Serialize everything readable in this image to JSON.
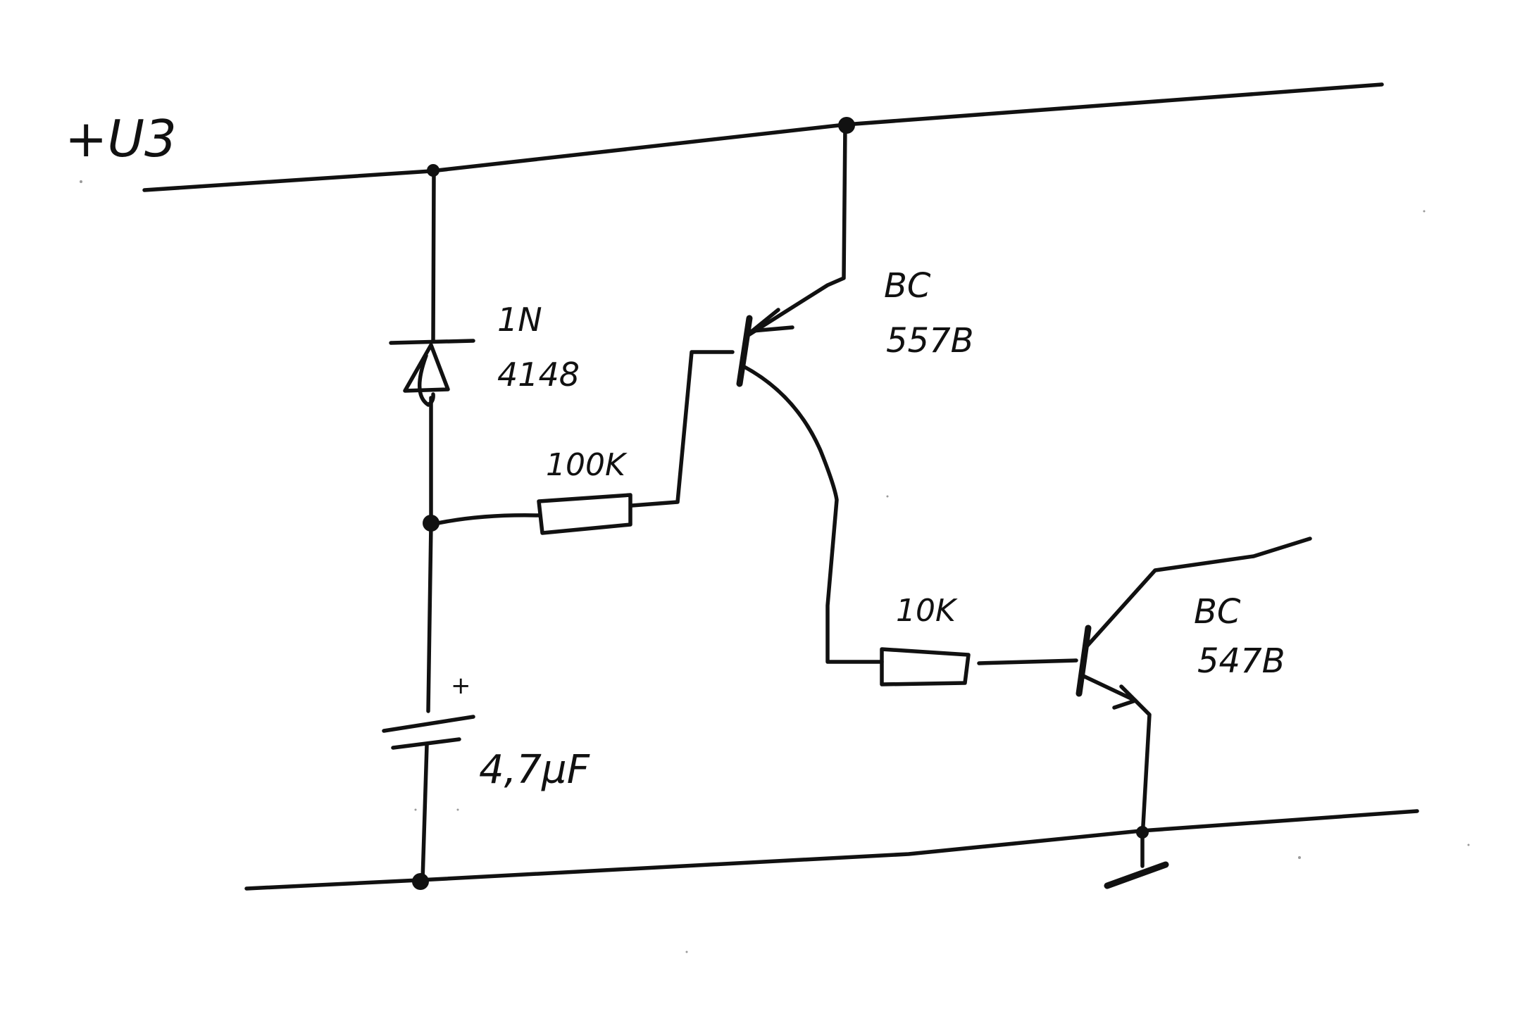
{
  "labels": {
    "supply": "+U3",
    "diode_line1": "1N",
    "diode_line2": "4148",
    "r1": "100K",
    "pnp_line1": "BC",
    "pnp_line2": "557B",
    "r2": "10K",
    "npn_line1": "BC",
    "npn_line2": "547B",
    "capacitor": "4,7µF",
    "cap_polarity": "+"
  }
}
